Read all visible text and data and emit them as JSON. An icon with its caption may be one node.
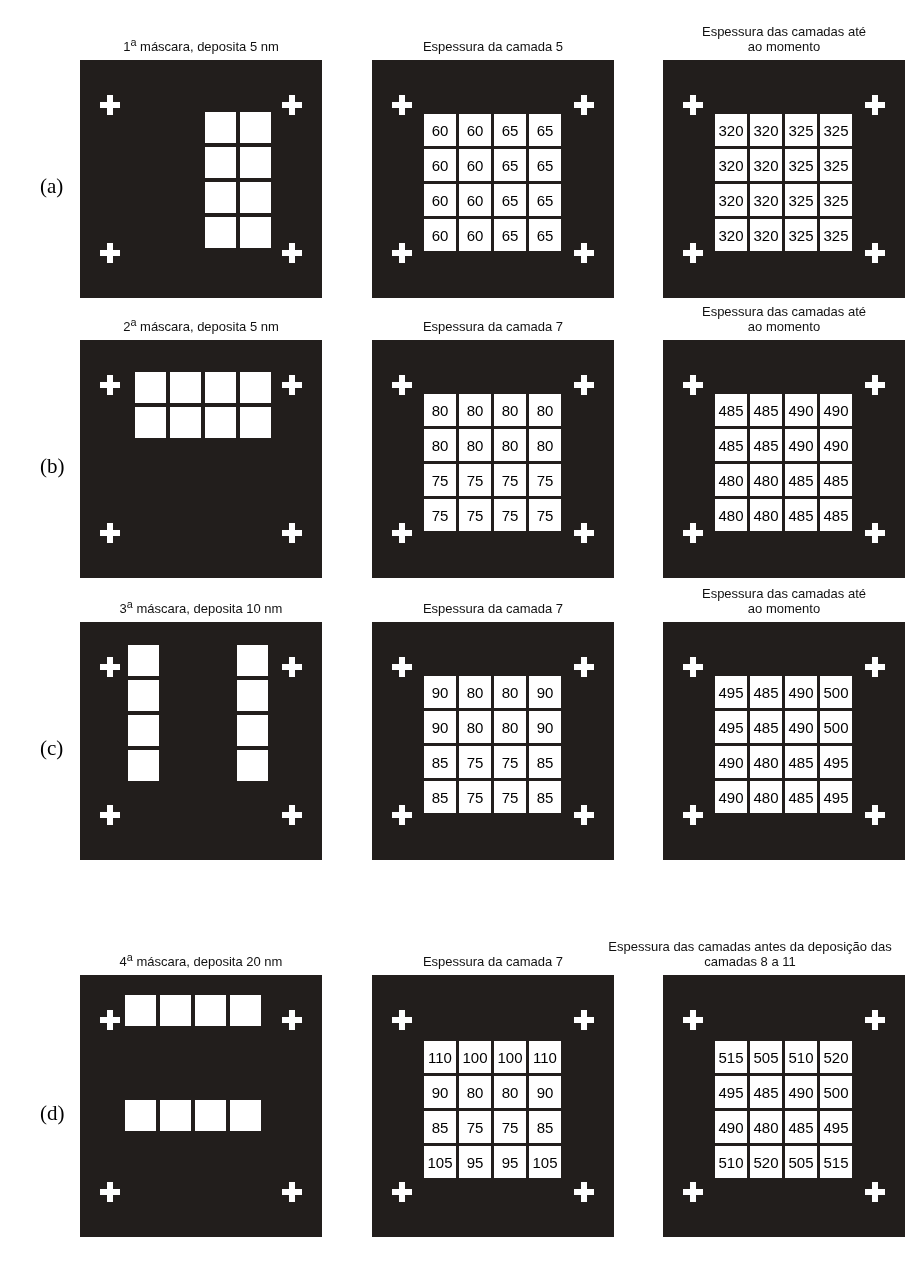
{
  "diagram": {
    "nodes": [
      {
        "text": [
          "1$^{a}$ máscara, deposita 5 nm"
        ]
      },
      {
        "text": [
          "Espessura da camada 5",
          "60",
          "60",
          "65",
          "65",
          "60",
          "60",
          "65",
          "65",
          "60",
          "60",
          "65",
          "65",
          "60",
          "60",
          "65",
          "65"
        ]
      },
      {
        "text": [
          "Espessura das camadas até ao momento",
          "320",
          "320",
          "325",
          "325",
          "320",
          "320",
          "325",
          "325",
          "320",
          "320",
          "325",
          "325",
          "320",
          "320",
          "325",
          "325"
        ]
      },
      {
        "text": [
          "2$^{a}$ máscara, deposita 5 nm"
        ]
      },
      {
        "text": [
          "Espessura da camada 7",
          "80",
          "80",
          "80",
          "80",
          "80",
          "80",
          "80",
          "80",
          "75",
          "75",
          "75",
          "75",
          "75",
          "75",
          "75",
          "75"
        ]
      },
      {
        "text": [
          "Espessura das camadas até ao momento",
          "485",
          "485",
          "490",
          "490",
          "485",
          "485",
          "490",
          "490",
          "480",
          "480",
          "485",
          "485",
          "480",
          "480",
          "485",
          "485"
        ]
      },
      {
        "text": [
          "3$^{a}$ máscara, deposita 10 nm"
        ]
      },
      {
        "text": [
          "Espessura da camada 7",
          "90",
          "80",
          "80",
          "90",
          "90",
          "80",
          "80",
          "90",
          "85",
          "75",
          "75",
          "85",
          "85",
          "75",
          "75",
          "85"
        ]
      },
      {
        "text": [
          "Espessura das camadas até ao momento",
          "495",
          "485",
          "490",
          "500",
          "495",
          "485",
          "490",
          "500",
          "490",
          "480",
          "485",
          "495",
          "490",
          "480",
          "485",
          "495"
        ]
      },
      {
        "text": [
          "4$^{a}$ máscara, deposita 20 nm"
        ]
      },
      {
        "text": [
          "Espessura da camada 7",
          "110",
          "100",
          "100",
          "110",
          "90",
          "80",
          "80",
          "90",
          "85",
          "75",
          "75",
          "85",
          "105",
          "95",
          "95",
          "105"
        ]
      },
      {
        "text": [
          "Espessura das camadas antes da deposição das camadas 8 a 11",
          "515",
          "505",
          "510",
          "520",
          "495",
          "485",
          "490",
          "500",
          "490",
          "480",
          "485",
          "495",
          "510",
          "520",
          "505",
          "515"
        ]
      }
    ],
    "labels": [
      "(a)",
      "(b)",
      "(c)",
      "(d)"
    ]
  }
}
